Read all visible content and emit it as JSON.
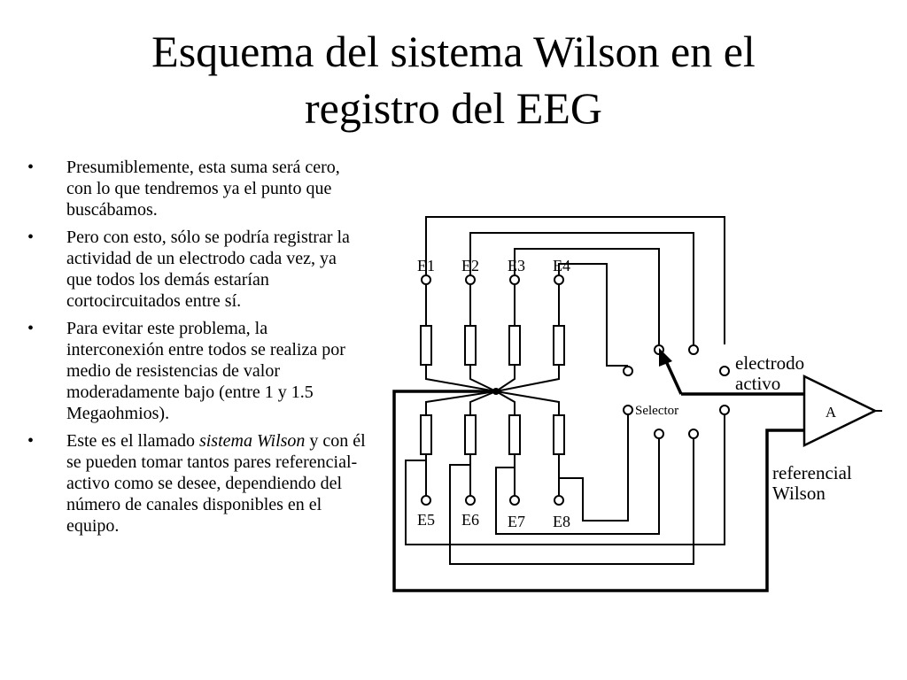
{
  "slide": {
    "title_lines": [
      "Esquema del sistema Wilson en el",
      "registro del EEG"
    ],
    "bullets": [
      {
        "text": "Presumiblemente, esta suma será cero, con lo que tendremos ya el punto que buscábamos."
      },
      {
        "text": "Pero con esto, sólo se podría registrar la actividad de un electrodo cada vez, ya que todos los demás estarían cortocircuitados entre sí."
      },
      {
        "text": "Para evitar este problema, la interconexión entre todos se realiza por medio de resistencias de valor moderadamente bajo (entre 1 y 1.5 Megaohmios)."
      },
      {
        "before": "Este es el llamado ",
        "italic": "sistema Wilson",
        "after": " y con él se pueden tomar tantos pares referencial-activo como se desee, dependiendo del número de canales disponibles en el equipo."
      }
    ],
    "bullet_char": "•"
  },
  "diagram": {
    "electrodes_top": [
      "E1",
      "E2",
      "E3",
      "E4"
    ],
    "electrodes_bottom": [
      "E5",
      "E6",
      "E7",
      "E8"
    ],
    "selector_label": "Selector",
    "amplifier_label": "A",
    "active_label_lines": [
      "electrodo",
      "activo"
    ],
    "reference_label_lines": [
      "referencial",
      "Wilson"
    ]
  }
}
